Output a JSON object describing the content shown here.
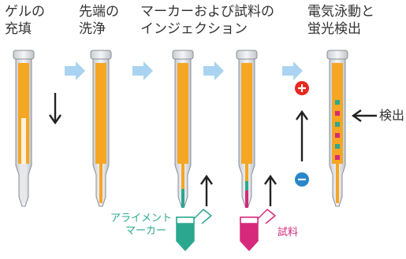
{
  "steps": [
    {
      "line1": "ゲルの",
      "line2": "充填"
    },
    {
      "line1": "先端の",
      "line2": "洗浄"
    },
    {
      "line1": "マーカーおよび試料の",
      "line2": "インジェクション"
    },
    {
      "line1": "電気泳動と",
      "line2": "蛍光検出"
    }
  ],
  "labels": {
    "detection": "検出",
    "marker_line1": "アライメント",
    "marker_line2": "マーカー",
    "sample": "試料"
  },
  "colors": {
    "gel": "#f5a623",
    "marker": "#2aa88f",
    "sample": "#d6297b",
    "flow_arrow": "#a9d3f0",
    "plus": "#e8281e",
    "minus": "#2a86c8",
    "text": "#333333"
  }
}
